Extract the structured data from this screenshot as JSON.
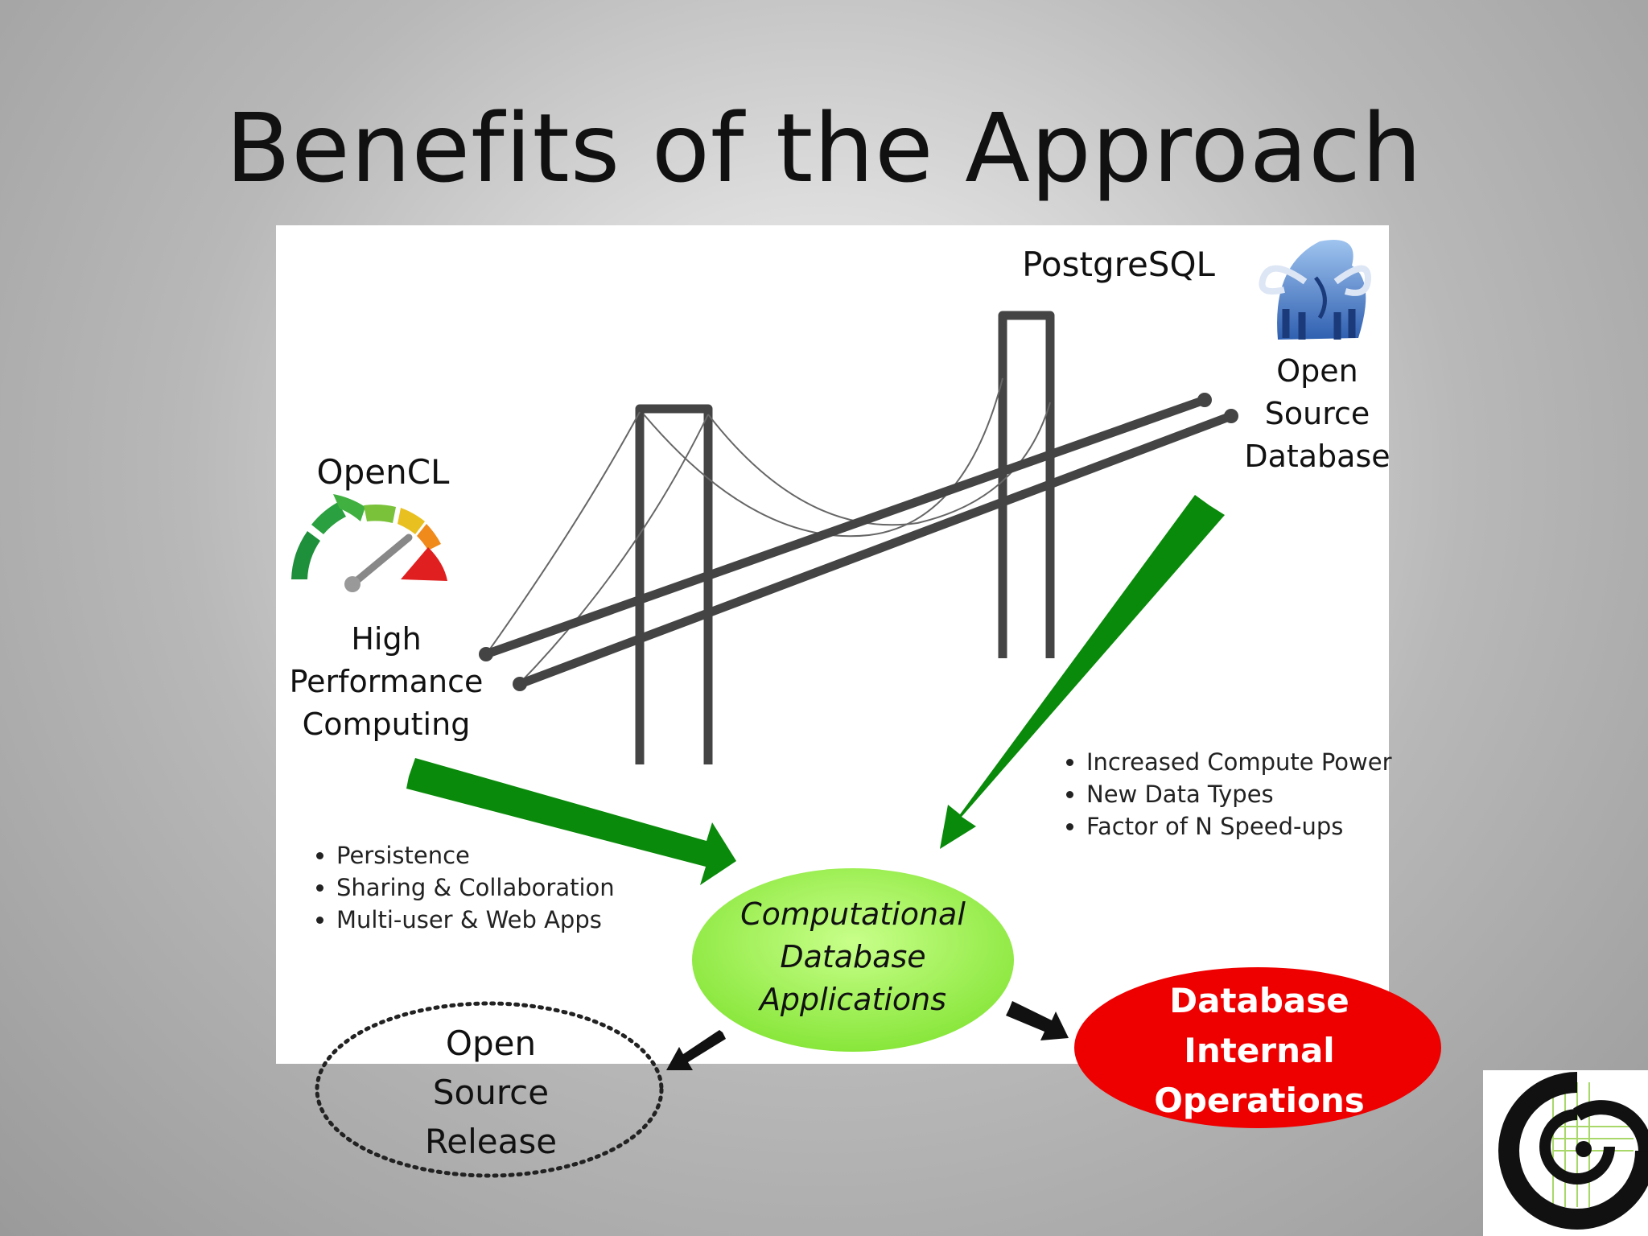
{
  "slide": {
    "title": "Benefits of the Approach"
  },
  "left": {
    "technology": "OpenCL",
    "caption_lines": [
      "High",
      "Performance",
      "Computing"
    ],
    "bullets": [
      "Persistence",
      "Sharing & Collaboration",
      "Multi-user  & Web Apps"
    ]
  },
  "right": {
    "technology": "PostgreSQL",
    "caption_lines": [
      "Open",
      "Source",
      "Database"
    ],
    "bullets": [
      "Increased Compute Power",
      "New Data Types",
      "Factor of N Speed-ups"
    ]
  },
  "center": {
    "lines": [
      "Computational",
      "Database",
      "Applications"
    ]
  },
  "outcomes": {
    "internal_lines": [
      "Database",
      "Internal",
      "Operations"
    ],
    "release_lines": [
      "Open",
      "Source",
      "Release"
    ]
  },
  "colors": {
    "arrow_green": "#0a8a0a",
    "ellipse_green": "#99f04a",
    "ellipse_red": "#ee0000",
    "bridge": "#444444"
  },
  "icons": [
    "speedometer-icon",
    "mammoth-logo-icon",
    "spiral-logo-icon"
  ]
}
